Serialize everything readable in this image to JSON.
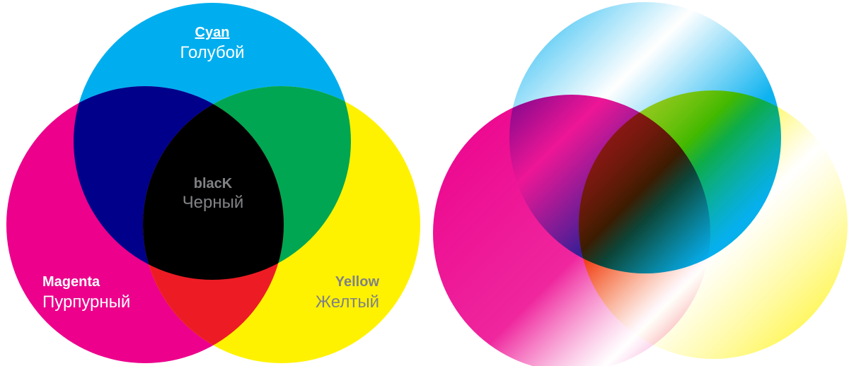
{
  "left_diagram": {
    "cyan": {
      "en": "Cyan",
      "ru": "Голубой",
      "color": "#00aeef"
    },
    "magenta": {
      "en": "Magenta",
      "ru": "Пурпурный",
      "color": "#ec008c"
    },
    "yellow": {
      "en": "Yellow",
      "ru": "Желтый",
      "color": "#fff200"
    },
    "black": {
      "en": "blacK",
      "ru": "Черный",
      "color": "#000000"
    },
    "overlaps": {
      "cyan_magenta": "#00008b",
      "cyan_yellow": "#00a651",
      "magenta_yellow": "#ed1c24"
    },
    "label_colors": {
      "light": "#ffffff",
      "grey": "#808285"
    }
  },
  "right_diagram": {
    "colors": {
      "cyan": "#00aeef",
      "magenta": "#ec008c",
      "yellow": "#fff200"
    }
  }
}
